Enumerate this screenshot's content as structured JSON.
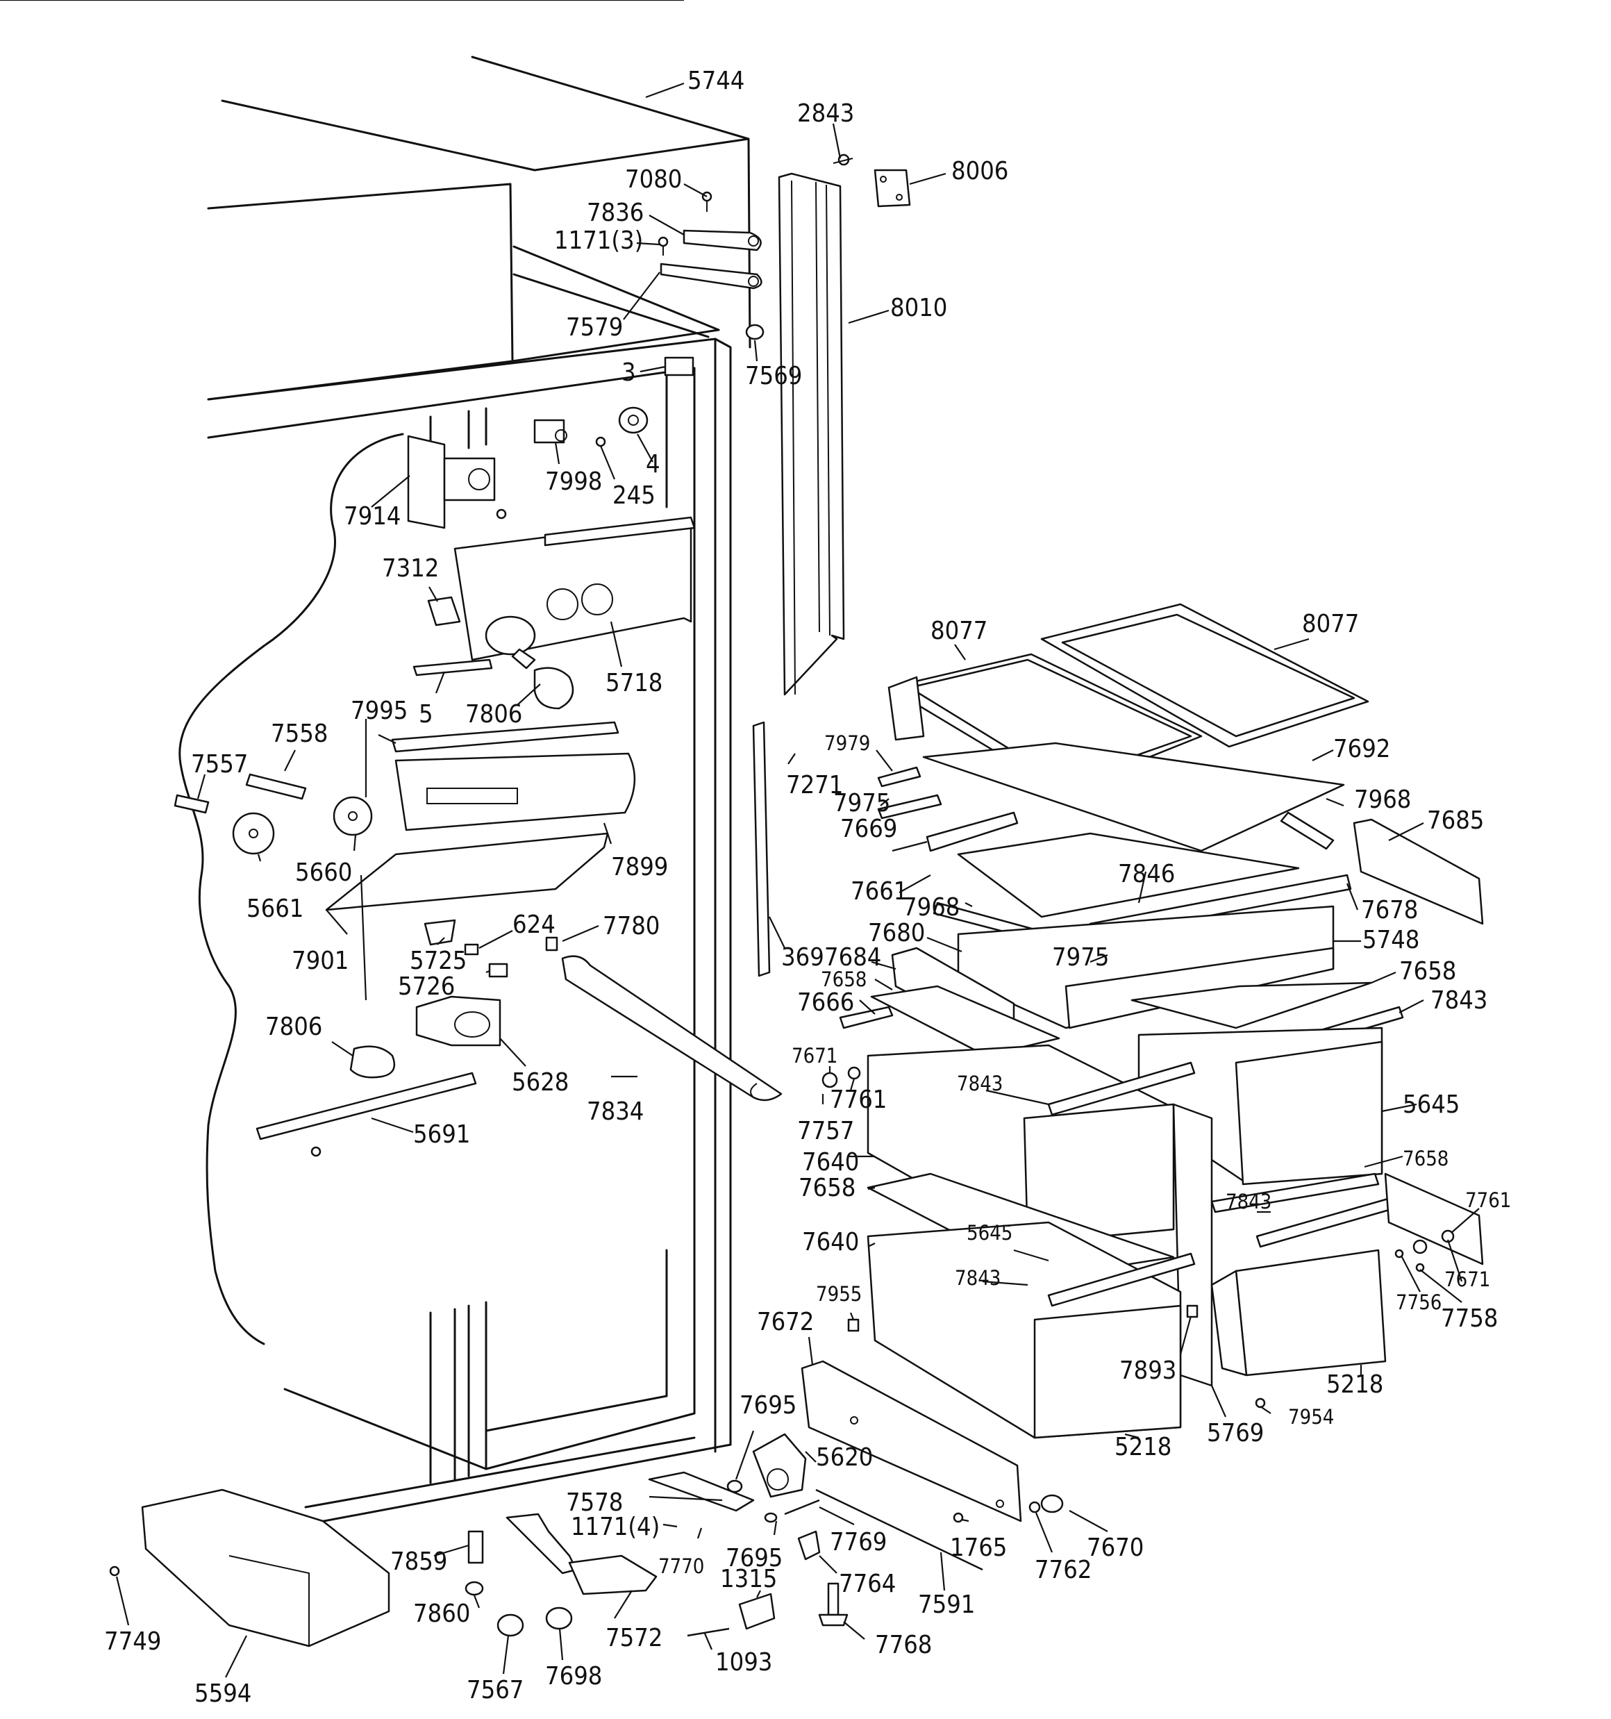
{
  "parts": [
    {
      "num": "5744"
    },
    {
      "num": "2843"
    },
    {
      "num": "8006"
    },
    {
      "num": "7080"
    },
    {
      "num": "7836"
    },
    {
      "num": "1171(3)"
    },
    {
      "num": "8010"
    },
    {
      "num": "7579"
    },
    {
      "num": "7569"
    },
    {
      "num": "3"
    },
    {
      "num": "7998"
    },
    {
      "num": "4"
    },
    {
      "num": "245"
    },
    {
      "num": "7914"
    },
    {
      "num": "7312"
    },
    {
      "num": "5718"
    },
    {
      "num": "8077"
    },
    {
      "num": "8077"
    },
    {
      "num": "5"
    },
    {
      "num": "7806"
    },
    {
      "num": "7995"
    },
    {
      "num": "7558"
    },
    {
      "num": "7557"
    },
    {
      "num": "7979"
    },
    {
      "num": "7692"
    },
    {
      "num": "7271"
    },
    {
      "num": "7968"
    },
    {
      "num": "7975"
    },
    {
      "num": "7685"
    },
    {
      "num": "7669"
    },
    {
      "num": "5660"
    },
    {
      "num": "7899"
    },
    {
      "num": "7846"
    },
    {
      "num": "5661"
    },
    {
      "num": "7661"
    },
    {
      "num": "7968"
    },
    {
      "num": "7678"
    },
    {
      "num": "624"
    },
    {
      "num": "7680"
    },
    {
      "num": "5748"
    },
    {
      "num": "7901"
    },
    {
      "num": "5725"
    },
    {
      "num": "7780"
    },
    {
      "num": "369"
    },
    {
      "num": "7684"
    },
    {
      "num": "7975"
    },
    {
      "num": "7658"
    },
    {
      "num": "5726"
    },
    {
      "num": "7658"
    },
    {
      "num": "7666"
    },
    {
      "num": "7843"
    },
    {
      "num": "7806"
    },
    {
      "num": "5628"
    },
    {
      "num": "7671"
    },
    {
      "num": "7843"
    },
    {
      "num": "7761"
    },
    {
      "num": "5645"
    },
    {
      "num": "7834"
    },
    {
      "num": "7757"
    },
    {
      "num": "5691"
    },
    {
      "num": "7640"
    },
    {
      "num": "7658"
    },
    {
      "num": "7658"
    },
    {
      "num": "7761"
    },
    {
      "num": "7843"
    },
    {
      "num": "5645"
    },
    {
      "num": "7640"
    },
    {
      "num": "7843"
    },
    {
      "num": "7671"
    },
    {
      "num": "7756"
    },
    {
      "num": "7955"
    },
    {
      "num": "7758"
    },
    {
      "num": "7672"
    },
    {
      "num": "7893"
    },
    {
      "num": "5218"
    },
    {
      "num": "7695"
    },
    {
      "num": "5620"
    },
    {
      "num": "5769"
    },
    {
      "num": "7954"
    },
    {
      "num": "5218"
    },
    {
      "num": "7578"
    },
    {
      "num": "1171(4)"
    },
    {
      "num": "7670"
    },
    {
      "num": "7859"
    },
    {
      "num": "7770"
    },
    {
      "num": "7695"
    },
    {
      "num": "7769"
    },
    {
      "num": "1765"
    },
    {
      "num": "7762"
    },
    {
      "num": "1315"
    },
    {
      "num": "7764"
    },
    {
      "num": "7860"
    },
    {
      "num": "7591"
    },
    {
      "num": "7749"
    },
    {
      "num": "7572"
    },
    {
      "num": "7768"
    },
    {
      "num": "7567"
    },
    {
      "num": "7698"
    },
    {
      "num": "1093"
    },
    {
      "num": "5594"
    }
  ]
}
